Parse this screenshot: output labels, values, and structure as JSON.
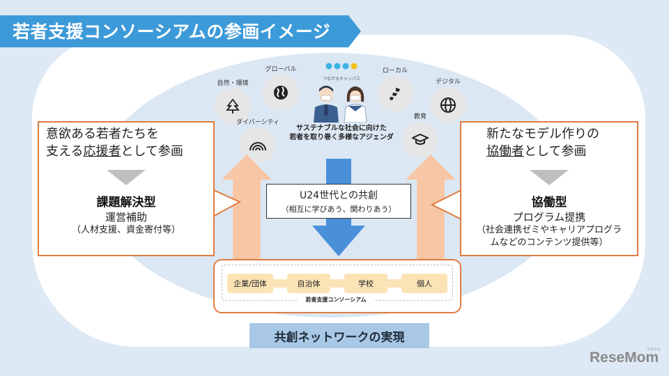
{
  "title": "若者支援コンソーシアムの参画イメージ",
  "center": {
    "logo_caption": "つながるキャンパス",
    "caption_line1": "サステナブルな社会に向けた",
    "caption_line2": "若者を取り巻く多様なアジェンダ",
    "co_creation_title": "U24世代との共創",
    "co_creation_sub": "（相互に学びあう、関わりあう）"
  },
  "agenda_icons": [
    {
      "label": "自然・環境",
      "icon": "tree-icon"
    },
    {
      "label": "グローバル",
      "icon": "globe-icon"
    },
    {
      "label": "ダイバーシティ",
      "icon": "rainbow-icon"
    },
    {
      "label": "ローカル",
      "icon": "map-icon"
    },
    {
      "label": "デジタル",
      "icon": "web-globe-icon"
    },
    {
      "label": "教育",
      "icon": "graduation-cap-icon"
    }
  ],
  "left_box": {
    "line1": "意欲ある若者たちを",
    "line2_pre": "支える",
    "line2_em": "応援者",
    "line2_post": "として参画",
    "type": "課題解決型",
    "sub": "運営補助",
    "detail": "（人材支援、資金寄付等）"
  },
  "right_box": {
    "line1": "新たなモデル作りの",
    "line2_em": "協働者",
    "line2_post": "として参画",
    "type": "協働型",
    "sub": "プログラム提携",
    "detail_line1": "（社会連携ゼミやキャリアプログラ",
    "detail_line2": "ムなどのコンテンツ提供等）"
  },
  "members": [
    "企業/団体",
    "自治体",
    "学校",
    "個人"
  ],
  "consortium_label": "若者支援コンソーシアム",
  "bottom_banner": "共創ネットワークの実現",
  "watermark": "ReseMom",
  "watermark_small": "リセマム",
  "colors": {
    "title_bg": "#3d9ad9",
    "orange": "#e07b3f",
    "arrow_orange": "#f7c7a5",
    "arrow_blue": "#4a90d9",
    "banner_bg": "#a9c8e6",
    "member_fill": "#fbe3b6"
  }
}
